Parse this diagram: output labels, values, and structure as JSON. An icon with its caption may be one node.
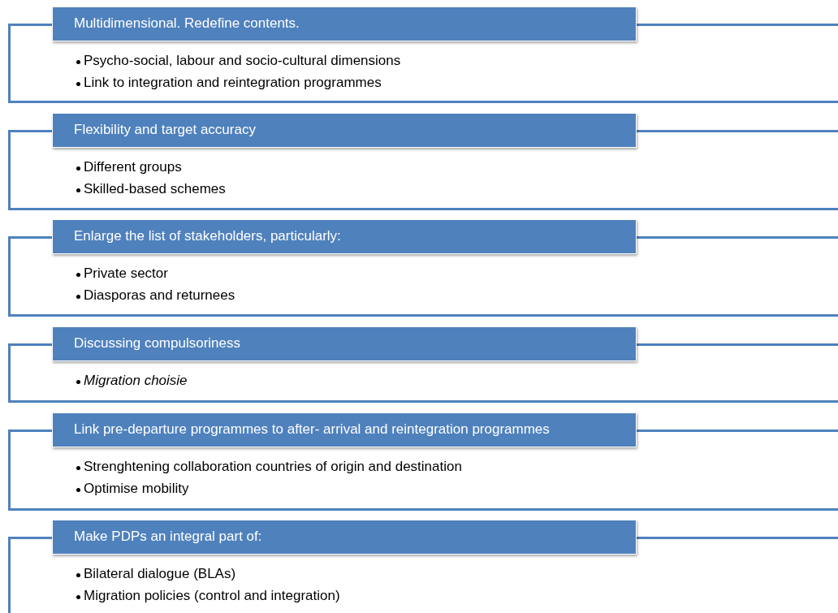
{
  "diagram": {
    "nodes": [
      {
        "text": [
          "Psycho-social, labour and socio-cultural dimensions",
          "Link to integration and reintegration programmes"
        ]
      },
      {
        "text": [
          "Multidimensional. Redefine contents."
        ]
      },
      {
        "text": [
          "Different groups",
          "Skilled-based schemes"
        ]
      },
      {
        "text": [
          "Flexibility and target accuracy"
        ]
      },
      {
        "text": [
          "Private sector",
          "Diasporas and returnees"
        ]
      },
      {
        "text": [
          "Enlarge the list of stakeholders, particularly:"
        ]
      },
      {
        "text": [
          "Migration choisie"
        ]
      },
      {
        "text": [
          "Discussing compulsoriness"
        ]
      },
      {
        "text": [
          "Strenghtening collaboration countries of origin and destination",
          "Optimise mobility"
        ]
      },
      {
        "text": [
          "Link pre-departure programmes to after- arrival and reintegration programmes"
        ]
      },
      {
        "text": [
          "Bilateral dialogue (BLAs)",
          "Migration policies (control and integration)"
        ]
      },
      {
        "text": [
          "Make PDPs an integral part of:"
        ]
      }
    ]
  }
}
